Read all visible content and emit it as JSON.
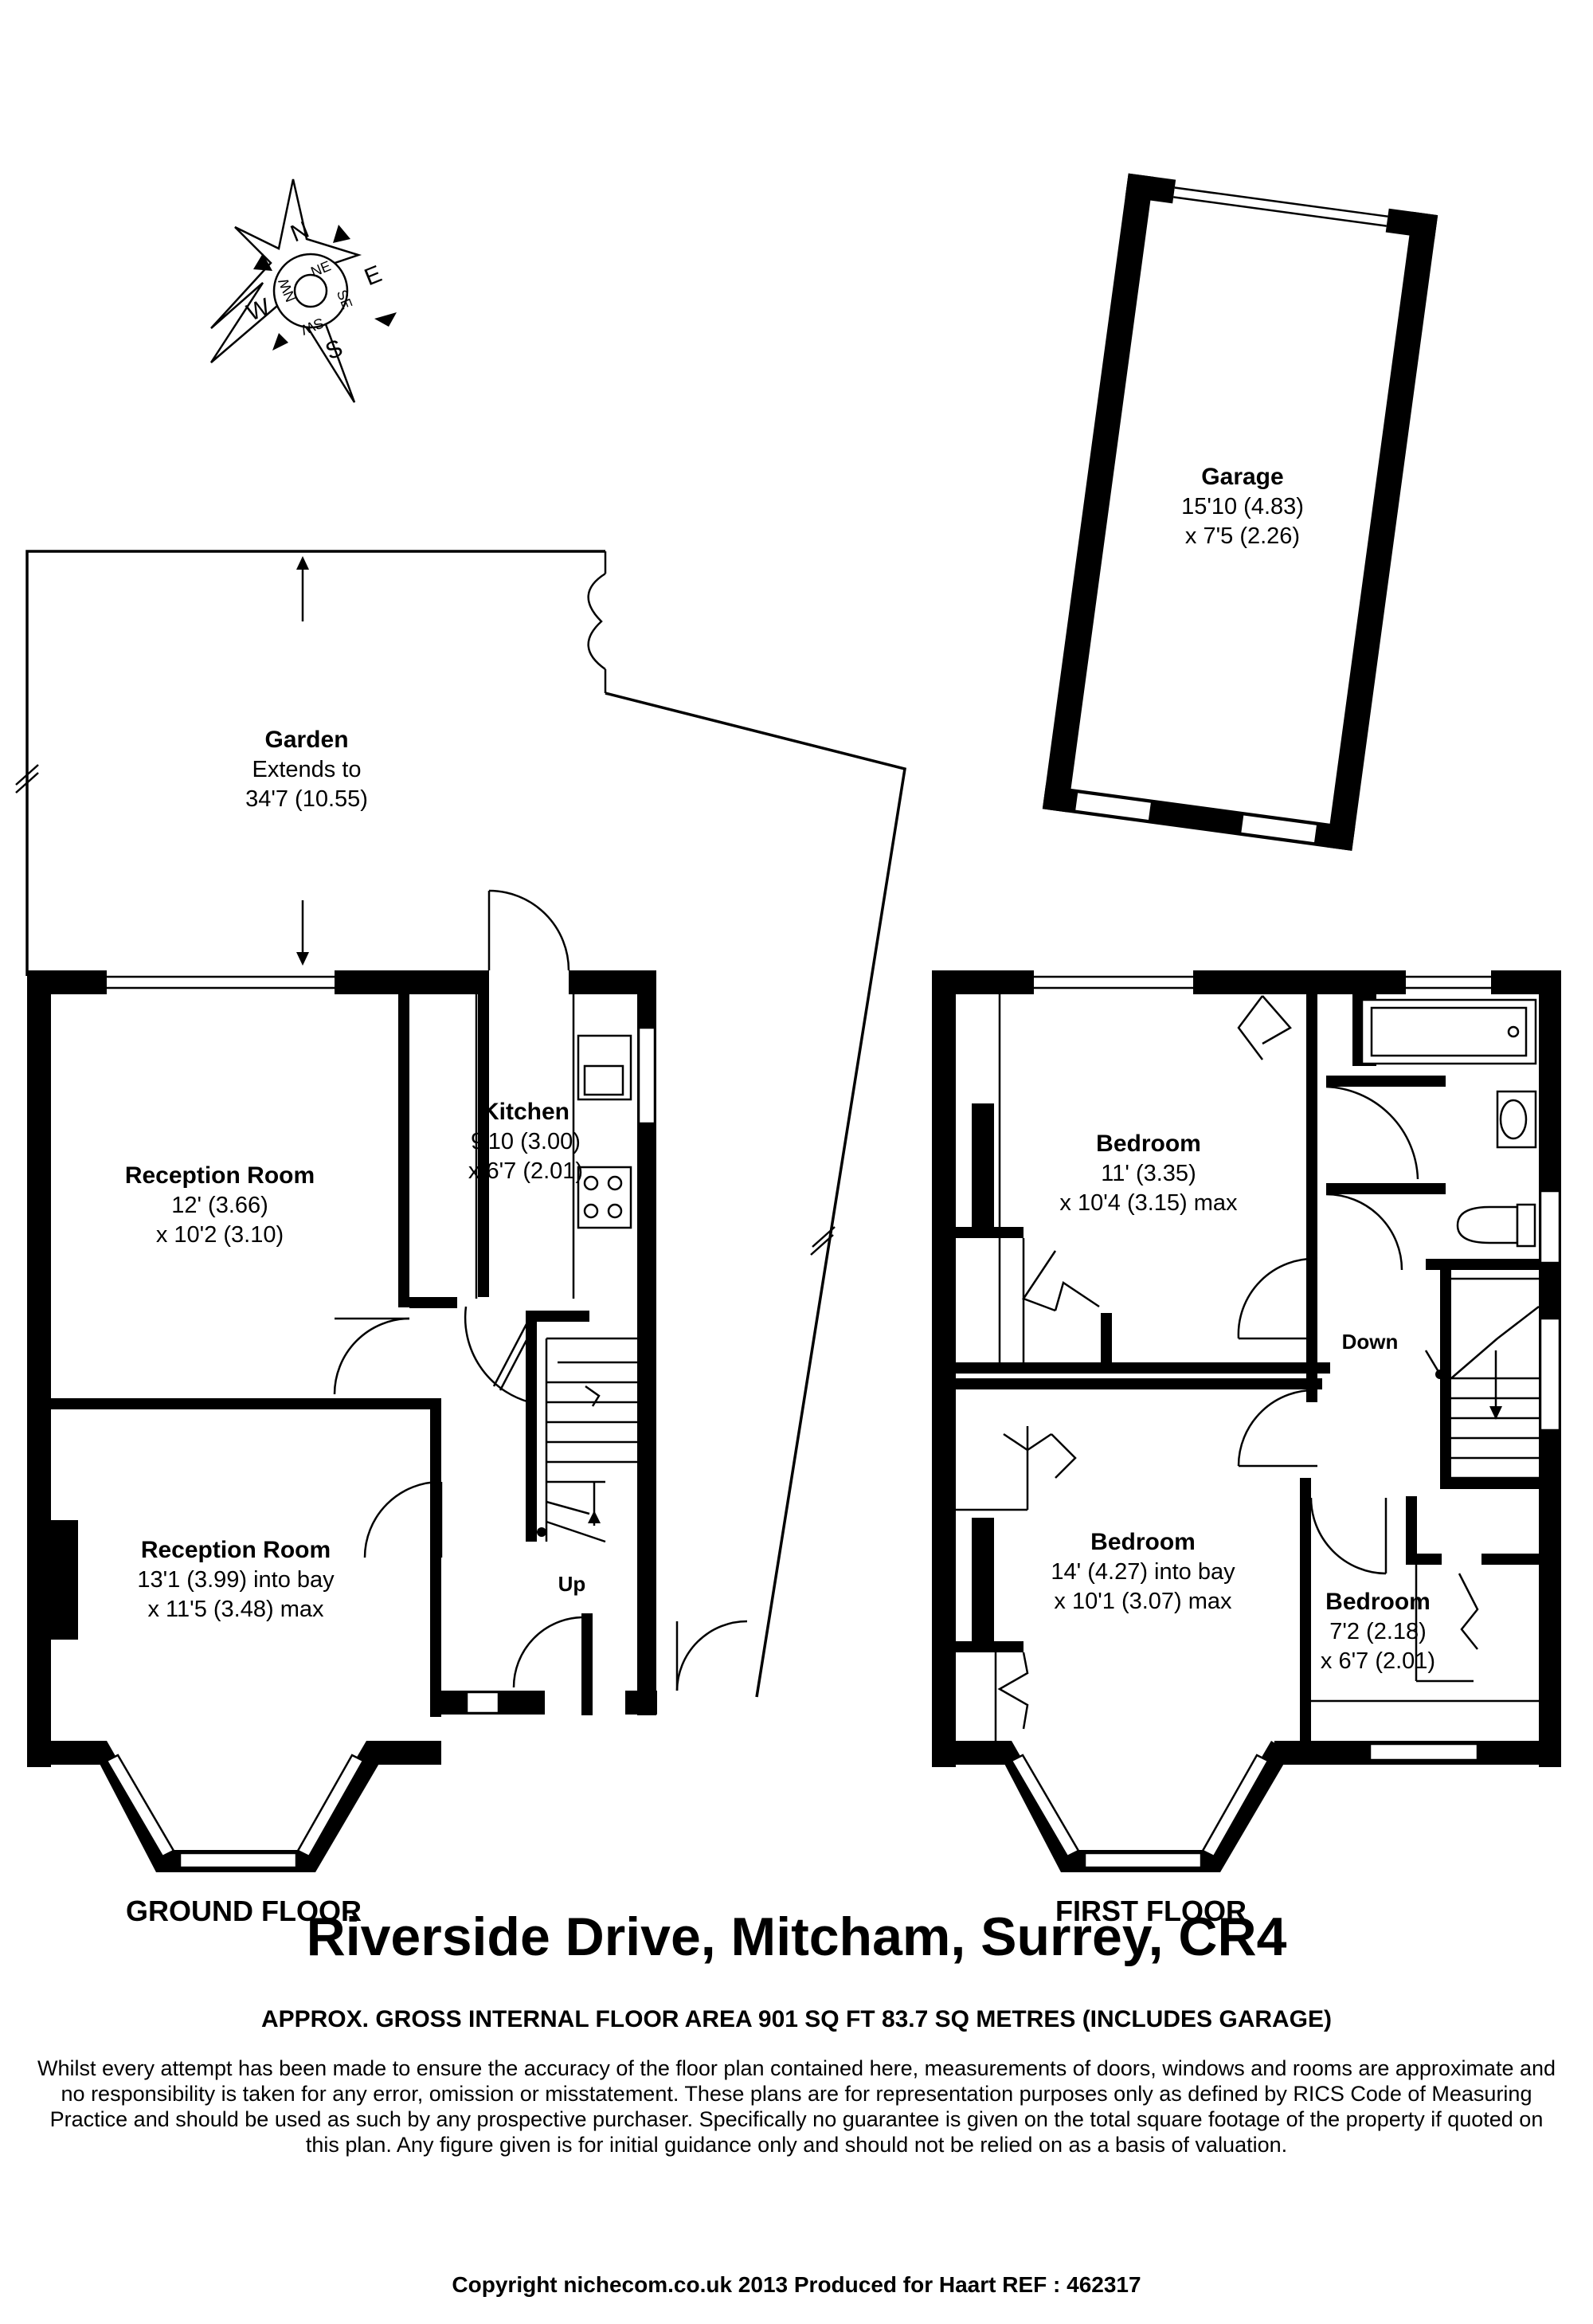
{
  "compass": {
    "north": "N",
    "east": "E",
    "south": "S",
    "west": "W",
    "northeast": "NE",
    "southeast": "SE",
    "southwest": "SW",
    "northwest": "NW"
  },
  "rooms": {
    "garage": {
      "name": "Garage",
      "dim1": "15'10 (4.83)",
      "dim2": "x 7'5 (2.26)"
    },
    "garden": {
      "name": "Garden",
      "dim1": "Extends to",
      "dim2": "34'7 (10.55)"
    },
    "kitchen": {
      "name": "Kitchen",
      "dim1": "9'10 (3.00)",
      "dim2": "x 6'7 (2.01)"
    },
    "reception_rear": {
      "name": "Reception Room",
      "dim1": "12' (3.66)",
      "dim2": "x 10'2 (3.10)"
    },
    "reception_front": {
      "name": "Reception Room",
      "dim1": "13'1 (3.99) into bay",
      "dim2": "x 11'5 (3.48) max"
    },
    "bedroom_rear": {
      "name": "Bedroom",
      "dim1": "11' (3.35)",
      "dim2": "x 10'4 (3.15) max"
    },
    "bedroom_front": {
      "name": "Bedroom",
      "dim1": "14' (4.27) into bay",
      "dim2": "x 10'1 (3.07) max"
    },
    "bedroom_small": {
      "name": "Bedroom",
      "dim1": "7'2 (2.18)",
      "dim2": "x 6'7 (2.01)"
    }
  },
  "stairs": {
    "up": "Up",
    "down": "Down"
  },
  "floors": {
    "ground": "GROUND FLOOR",
    "first": "FIRST FLOOR"
  },
  "footer": {
    "title": "Riverside Drive, Mitcham, Surrey, CR4",
    "area": "APPROX. GROSS INTERNAL FLOOR AREA 901 SQ FT 83.7 SQ METRES (INCLUDES GARAGE)",
    "disclaimer": "Whilst every attempt has been made to ensure the accuracy of the floor plan contained here, measurements of doors, windows and rooms are approximate and no responsibility is taken for any error, omission or misstatement. These plans are for representation purposes only as defined by RICS Code of Measuring Practice and should be used as such by any prospective purchaser.  Specifically no guarantee is given on the total square footage of the property if quoted on this plan. Any figure given is for initial guidance only and should not be relied on as a basis of valuation.",
    "copyright": "Copyright nichecom.co.uk 2013     Produced for Haart     REF : 462317"
  }
}
